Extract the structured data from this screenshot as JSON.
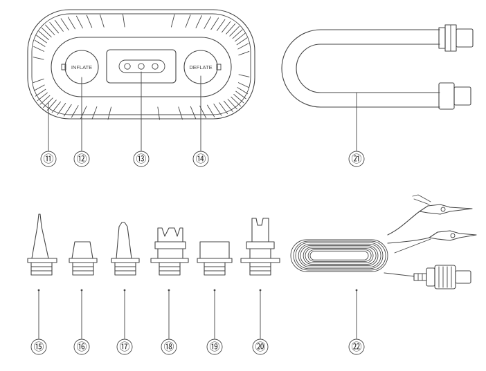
{
  "pump": {
    "inflate_label": "INFLATE",
    "deflate_label": "DEFLATE"
  },
  "callouts": {
    "c11": "⑪",
    "c12": "⑫",
    "c13": "⑬",
    "c14": "⑭",
    "c15": "⑮",
    "c16": "⑯",
    "c17": "⑰",
    "c18": "⑱",
    "c19": "⑲",
    "c20": "⑳",
    "c21": "㉑",
    "c22": "㉒"
  },
  "colors": {
    "line": "#444444",
    "background": "#ffffff"
  }
}
